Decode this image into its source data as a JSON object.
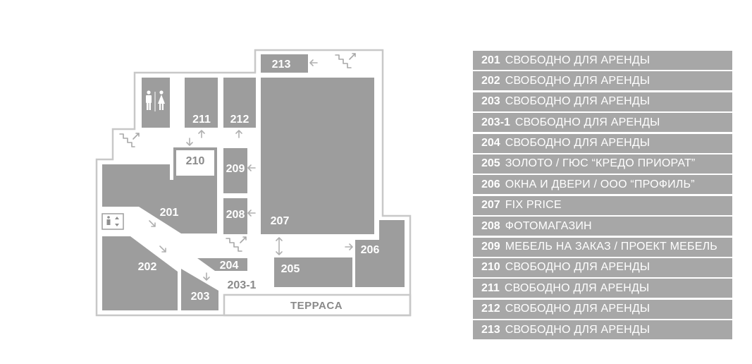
{
  "plan": {
    "rooms": [
      {
        "id": "r201",
        "label": "201"
      },
      {
        "id": "r202",
        "label": "202"
      },
      {
        "id": "r203",
        "label": "203"
      },
      {
        "id": "r203-1",
        "label": "203-1"
      },
      {
        "id": "r204",
        "label": "204"
      },
      {
        "id": "r205",
        "label": "205"
      },
      {
        "id": "r206",
        "label": "206"
      },
      {
        "id": "r207",
        "label": "207"
      },
      {
        "id": "r208",
        "label": "208"
      },
      {
        "id": "r209",
        "label": "209"
      },
      {
        "id": "r210",
        "label": "210"
      },
      {
        "id": "r211",
        "label": "211"
      },
      {
        "id": "r212",
        "label": "212"
      },
      {
        "id": "r213",
        "label": "213"
      }
    ],
    "terrace_label": "TEPPACA"
  },
  "legend": [
    {
      "num": "201",
      "text": "СВОБОДНО ДЛЯ АРЕНДЫ"
    },
    {
      "num": "202",
      "text": "СВОБОДНО ДЛЯ АРЕНДЫ"
    },
    {
      "num": "203",
      "text": "СВОБОДНО ДЛЯ АРЕНДЫ"
    },
    {
      "num": "203-1",
      "text": "СВОБОДНО ДЛЯ АРЕНДЫ"
    },
    {
      "num": "204",
      "text": "СВОБОДНО ДЛЯ АРЕНДЫ"
    },
    {
      "num": "205",
      "text": "ЗОЛОТО / ГЮС “КРЕДО ПРИОРАТ”"
    },
    {
      "num": "206",
      "text": "ОКНА И ДВЕРИ / ООО “ПРОФИЛЬ”"
    },
    {
      "num": "207",
      "text": "FIX PRICE"
    },
    {
      "num": "208",
      "text": "ФОТОМАГАЗИН"
    },
    {
      "num": "209",
      "text": "МЕБЕЛЬ НА ЗАКАЗ / ПРОЕКТ МЕБЕЛЬ"
    },
    {
      "num": "210",
      "text": "СВОБОДНО ДЛЯ АРЕНДЫ"
    },
    {
      "num": "211",
      "text": "СВОБОДНО ДЛЯ АРЕНДЫ"
    },
    {
      "num": "212",
      "text": "СВОБОДНО ДЛЯ АРЕНДЫ"
    },
    {
      "num": "213",
      "text": "СВОБОДНО ДЛЯ АРЕНДЫ"
    }
  ],
  "icons": {
    "restroom": "restroom-icon",
    "elevator": "elevator-icon",
    "stairs": "stairs-icon",
    "arrow": "entrance-arrow-icon"
  },
  "colors": {
    "room": "#9d9d9d",
    "legend_bg": "#a7a7a7",
    "outline": "#c8c8c8"
  }
}
